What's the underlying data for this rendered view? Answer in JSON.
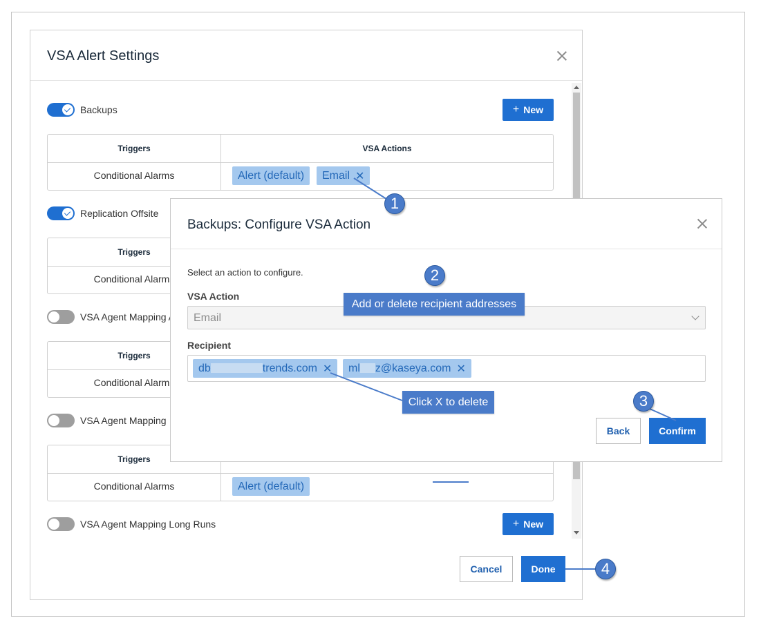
{
  "main_modal": {
    "title": "VSA Alert Settings",
    "new_label": "New",
    "table_headers": {
      "triggers": "Triggers",
      "actions": "VSA Actions"
    },
    "sections": [
      {
        "label": "Backups",
        "enabled": true,
        "trigger": "Conditional Alarms",
        "actions": [
          "Alert (default)",
          "Email"
        ]
      },
      {
        "label": "Replication Offsite",
        "enabled": true,
        "trigger": "Conditional Alarms",
        "actions": []
      },
      {
        "label": "VSA Agent Mapping A",
        "enabled": false,
        "trigger": "Conditional Alarms",
        "actions": []
      },
      {
        "label": "VSA Agent Mapping",
        "enabled": false,
        "trigger": "Conditional Alarms",
        "actions": [
          "Alert (default)"
        ]
      },
      {
        "label": "VSA Agent Mapping Long Runs",
        "enabled": false
      }
    ],
    "cancel_label": "Cancel",
    "done_label": "Done"
  },
  "dialog": {
    "title": "Backups: Configure VSA Action",
    "instruction": "Select an action to configure.",
    "vsa_action_label": "VSA Action",
    "vsa_action_value": "Email",
    "recipient_label": "Recipient",
    "recipients": [
      {
        "prefix": "db",
        "suffix": "trends.com"
      },
      {
        "prefix": "ml",
        "suffix": "z@kaseya.com"
      }
    ],
    "back_label": "Back",
    "confirm_label": "Confirm"
  },
  "callouts": {
    "step1": "1",
    "step2": "2",
    "step3": "3",
    "step4": "4",
    "add_delete": "Add or delete recipient addresses",
    "click_x": "Click X to delete"
  },
  "colors": {
    "primary": "#1f6fd1",
    "chip_bg": "#a4c8ee",
    "callout": "#4a7bc9"
  }
}
